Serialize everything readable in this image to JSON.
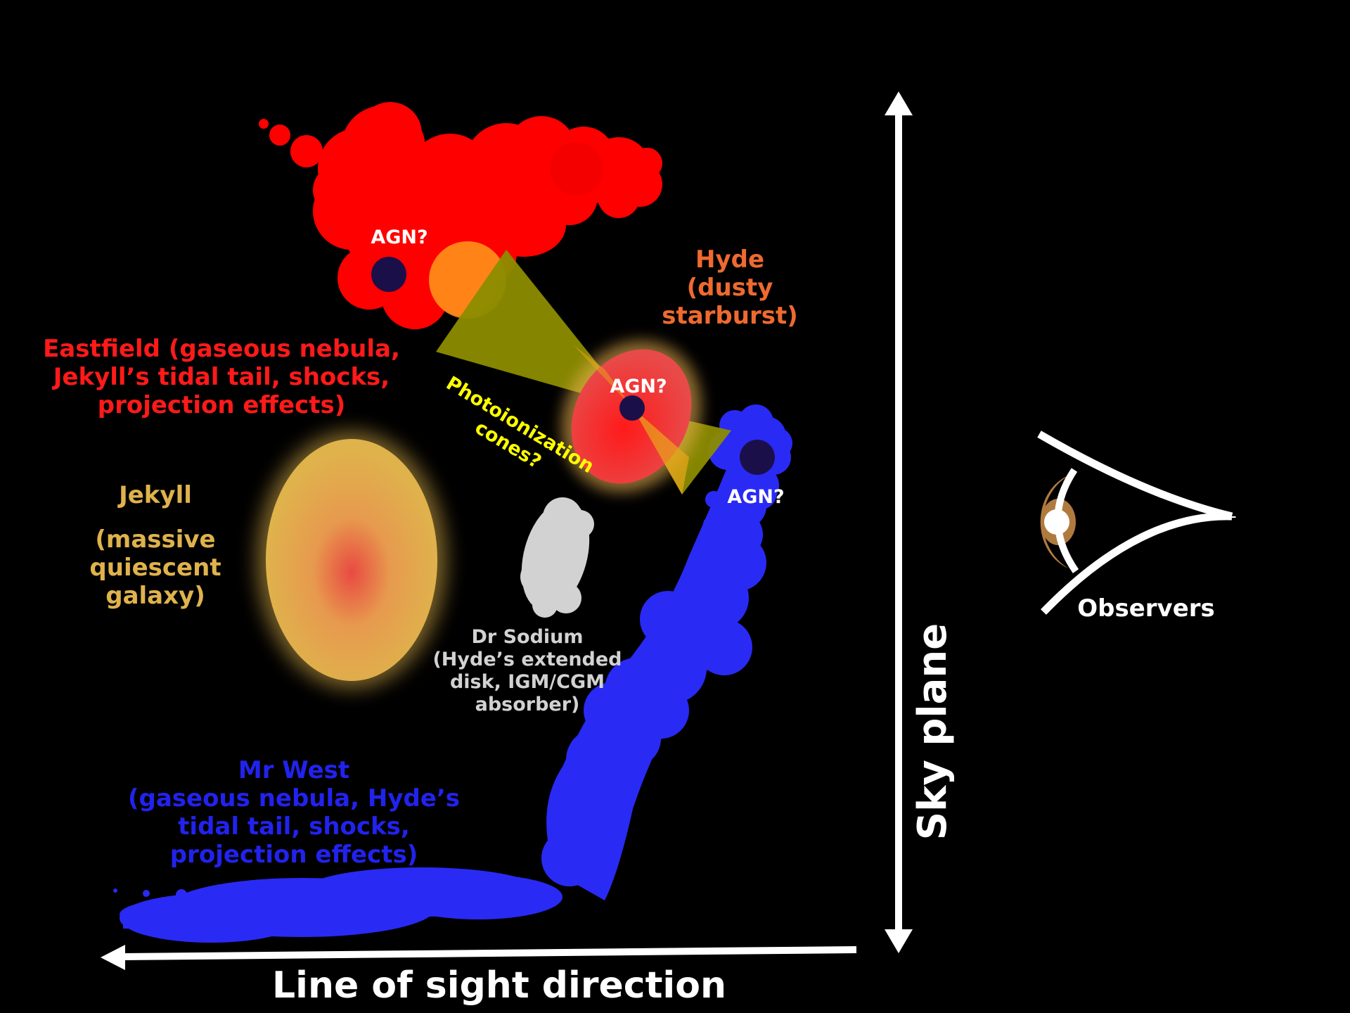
{
  "colors": {
    "background": "#000000",
    "red_nebula": "#ff0000",
    "blue_nebula": "#2a2af5",
    "agn_dot": "#1b0f4a",
    "cone": "#8c8c00",
    "jekyll": "#dfb24c",
    "hyde": "#ee3333",
    "dr_sodium": "#d2d2d2",
    "axis": "#ffffff",
    "eye_iris": "#b07a3e"
  },
  "labels": {
    "agn_top": "AGN?",
    "agn_center": "AGN?",
    "agn_right": "AGN?",
    "hyde": [
      "Hyde",
      "(dusty",
      "starburst)"
    ],
    "eastfield": [
      "Eastfield (gaseous nebula,",
      "Jekyll’s tidal tail, shocks,",
      "projection effects)"
    ],
    "photoionization": [
      "Photoionization",
      "cones?"
    ],
    "jekyll_name": "Jekyll",
    "jekyll_desc": [
      "(massive",
      "quiescent",
      "galaxy)"
    ],
    "dr_sodium": [
      "Dr Sodium",
      "(Hyde’s extended",
      "disk, IGM/CGM",
      "absorber)"
    ],
    "mr_west": [
      "Mr West",
      "(gaseous nebula, Hyde’s",
      "tidal tail, shocks,",
      "projection effects)"
    ],
    "observers": "Observers",
    "sky_plane": "Sky plane",
    "line_of_sight": "Line of sight direction"
  },
  "icons": {
    "eye": "eye-icon",
    "axis_arrows": "double-arrow-icon"
  }
}
